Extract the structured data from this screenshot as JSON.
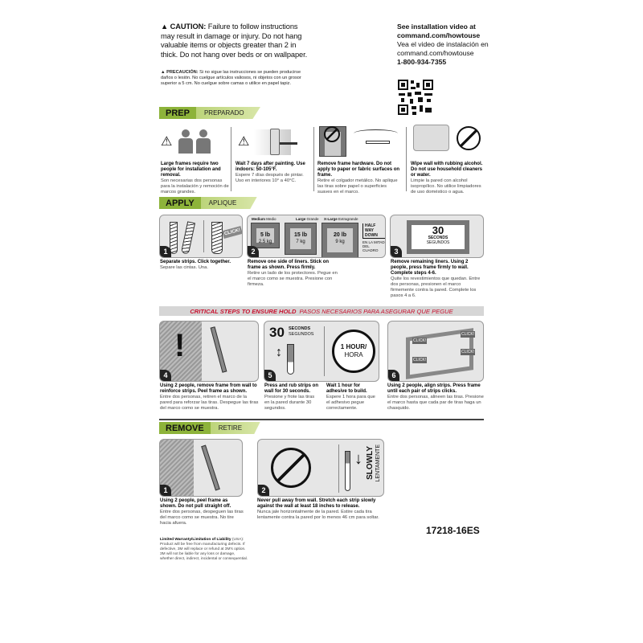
{
  "caution": {
    "label": "CAUTION:",
    "text": "Failure to follow instructions may result in damage or injury. Do not hang valuable items or objects greater than 2 in thick. Do not hang over beds or on wallpaper.",
    "es_label": "PRECAUCIÓN:",
    "es_text": "Si no sigue las instrucciones se pueden producirse daños o lesión. No cuelgue artículos valiosos, ni objetos con un grosor superior a 5 cm. No cuelgue sobre camas o utilice en papel tapiz.",
    "icon": "warning-triangle-icon"
  },
  "video": {
    "line1": "See installation video at",
    "url1": "command.com/howtouse",
    "line2": "Vea el video de instalación en",
    "url2": "command.com/howtouse",
    "phone": "1-800-934-7355",
    "qr": "qr-code"
  },
  "prep": {
    "title": "PREP",
    "title_es": "PREPARADO",
    "steps": [
      {
        "en": "Large frames require two people for installation and removal.",
        "es": "Son necesarias dos personas para la instalación y remoción de marcos grandes."
      },
      {
        "en": "Wait 7 days after painting. Use indoors: 50-105°F.",
        "es": "Espere 7 días después de pintar. Uso en interiores 10° a 40°C."
      },
      {
        "en": "Remove frame hardware. Do not apply to paper or fabric surfaces on frame.",
        "es": "Retire el colgador metálico. No aplique las tiras sobre papel o superficies suaves en el marco."
      },
      {
        "en": "Wipe wall with rubbing alcohol. Do not use household cleaners or water.",
        "es": "Limpie la pared con alcohol isopropílico. No utilice limpiadores de uso doméstico o agua."
      }
    ]
  },
  "apply": {
    "title": "APPLY",
    "title_es": "APLIQUE",
    "click": "CLICK!",
    "sizes": [
      {
        "en": "Medium",
        "es": "Medio",
        "lb": "5 lb",
        "kg": "2.5 kg"
      },
      {
        "en": "Large",
        "es": "Grande",
        "lb": "15 lb",
        "kg": "7 kg"
      },
      {
        "en": "X-Large",
        "es": "Extragrande",
        "lb": "20 lb",
        "kg": "9 kg"
      }
    ],
    "halfway": "HALF WAY DOWN",
    "halfway_es": "EN LA MITAD DEL CUADRO",
    "seconds_num": "30",
    "seconds": "SECONDS",
    "seconds_es": "SEGUNDOS",
    "steps": [
      {
        "num": "1",
        "en": "Separate strips. Click together.",
        "es": "Separe las cintas. Una."
      },
      {
        "num": "2",
        "en": "Remove one side of liners. Stick on frame as shown. Press firmly.",
        "es": "Retire un lado de los protectores. Pegue en el marco como se muestra. Presione con firmeza."
      },
      {
        "num": "3",
        "en": "Remove remaining liners. Using 2 people, press frame firmly to wall. Complete steps 4-6.",
        "es": "Quite los revestimientos que quedan. Entre dos personas, presionen el marco firmemente contra la pared. Complete los pasos 4 a 6."
      }
    ]
  },
  "critical": {
    "en": "CRITICAL STEPS TO ENSURE HOLD",
    "es": "PASOS NECESARIOS PARA ASEGURAR QUE PEGUE",
    "hour": "1 HOUR/",
    "hour_es": "HORA",
    "click": "CLICK!",
    "steps": [
      {
        "num": "4",
        "en": "Using 2 people, remove frame from wall to reinforce strips. Peel frame as shown.",
        "es": "Entre dos personas, retiren el marco de la pared para reforzar las tiras. Despegue las tiras del marco como se muestra."
      },
      {
        "num": "5",
        "en": "Press and rub strips on wall for 30 seconds.",
        "es": "Presione y frote las tiras en la pared durante 30 segundos."
      },
      {
        "en": "Wait 1 hour for adhesive to build.",
        "es": "Espere 1 hora para que el adhesivo pegue correctamente."
      },
      {
        "num": "6",
        "en": "Using 2 people, align strips. Press frame until each pair of strips clicks.",
        "es": "Entre dos personas, alineen las tiras. Presione el marco hasta que cada par de tiras haga un chasquido."
      }
    ]
  },
  "remove": {
    "title": "REMOVE",
    "title_es": "RETIRE",
    "slowly": "SLOWLY",
    "slowly_es": "LENTAMENTE",
    "steps": [
      {
        "num": "1",
        "en": "Using 2 people, peel frame as shown. Do not pull straight off.",
        "es": "Entre dos personas, despeguen las tiras del marco como se muestra. No tire hacia afuera."
      },
      {
        "num": "2",
        "en": "Never pull away from wall. Stretch each strip slowly against the wall at least 18 inches to release.",
        "es": "Nunca jale horizontalmente de la pared. Estire cada tira lentamente contra la pared por lo menos 46 cm para soltar."
      }
    ]
  },
  "product_code": "17218-16ES",
  "warranty": {
    "label": "Limited Warranty/Limitation of Liability",
    "region": "(USA):",
    "text": "Product will be free from manufacturing defects. If defective, 3M will replace or refund at 3M's option. 3M will not be liable for any loss or damage, whether direct, indirect, incidental or consequential."
  },
  "colors": {
    "green": "#8db33a",
    "light_green": "#c8dc8c",
    "critical_red": "#c8102e",
    "panel_gray": "#e6e6e6"
  }
}
